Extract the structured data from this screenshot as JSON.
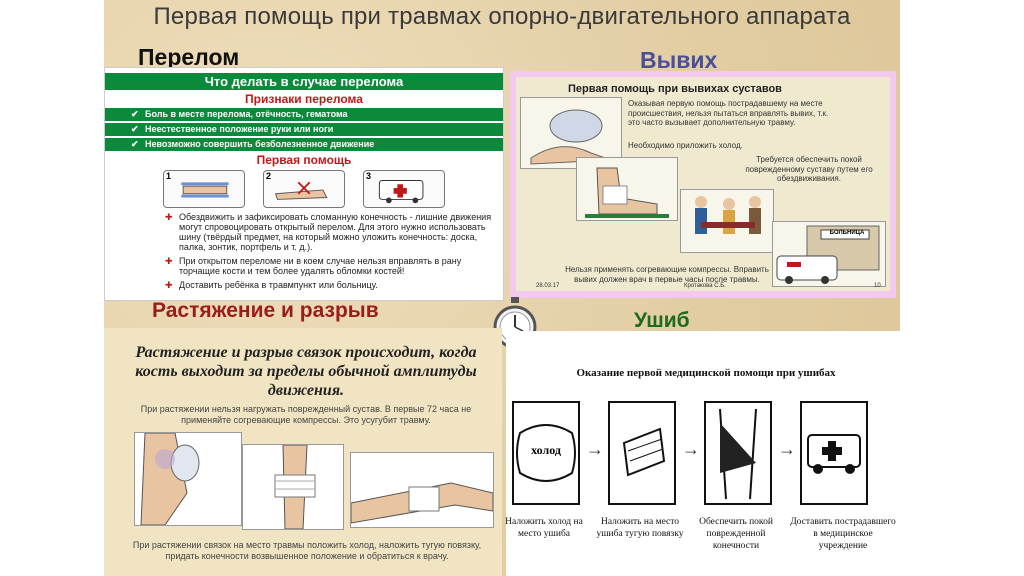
{
  "title": "Первая помощь при травмах опорно-двигательного аппарата",
  "sections": {
    "fracture": "Перелом",
    "dislocation": "Вывих",
    "sprain": "Растяжение и разрыв",
    "bruise": "Ушиб"
  },
  "fracture_panel": {
    "header": "Что делать в случае перелома",
    "signs_title": "Признаки перелома",
    "signs": [
      "Боль в месте перелома, отёчность, гематома",
      "Неестественное положение руки или ноги",
      "Невозможно совершить безболезненное движение"
    ],
    "aid_title": "Первая помощь",
    "step_numbers": [
      "1",
      "2",
      "3"
    ],
    "bullets": [
      "Обездвижить и зафиксировать сломанную конечность - лишние движения могут спровоцировать открытый перелом. Для этого нужно использовать шину (твёрдый предмет, на который можно уложить конечность: доска, палка, зонтик, портфель и т. д.).",
      "При открытом переломе ни в коем случае нельзя вправлять в рану торчащие кости и тем более удалять обломки костей!",
      "Доставить ребёнка в травмпункт или больницу."
    ]
  },
  "dislocation_panel": {
    "title": "Первая помощь при вывихах суставов",
    "text1": "Оказывая первую помощь пострадавшему на месте происшествия, нельзя пытаться вправлять вывих, т.к. это часто вызывает дополнительную травму.",
    "text2": "Необходимо приложить холод.",
    "text3": "Требуется обеспечить покой поврежденному суставу путем его обездвиживания.",
    "text4": "Нельзя применять согревающие компрессы. Вправить вывих должен врач в первые часы после травмы.",
    "sign": "БОЛЬНИЦА",
    "date": "28.03.17",
    "author": "Кротакова С.Б.",
    "page": "10"
  },
  "sprain_panel": {
    "title": "Растяжение и разрыв связок происходит, когда кость выходит за пределы обычной амплитуды движения.",
    "note_top": "При растяжении нельзя нагружать поврежденный сустав. В первые 72 часа не применяйте согревающие компрессы. Это усугубит травму.",
    "note_bottom": "При растяжении связок на место травмы положить холод, наложить тугую повязку, придать конечности возвышенное положение и обратиться к врачу."
  },
  "bruise_panel": {
    "title": "Оказание первой медицинской помощи при ушибах",
    "cold_label": "холод",
    "captions": [
      "Наложить холод на место ушиба",
      "Наложить на место ушиба тугую повязку",
      "Обеспечить покой поврежденной конечности",
      "Доставить пострадавшего в медицинское учреждение"
    ]
  }
}
